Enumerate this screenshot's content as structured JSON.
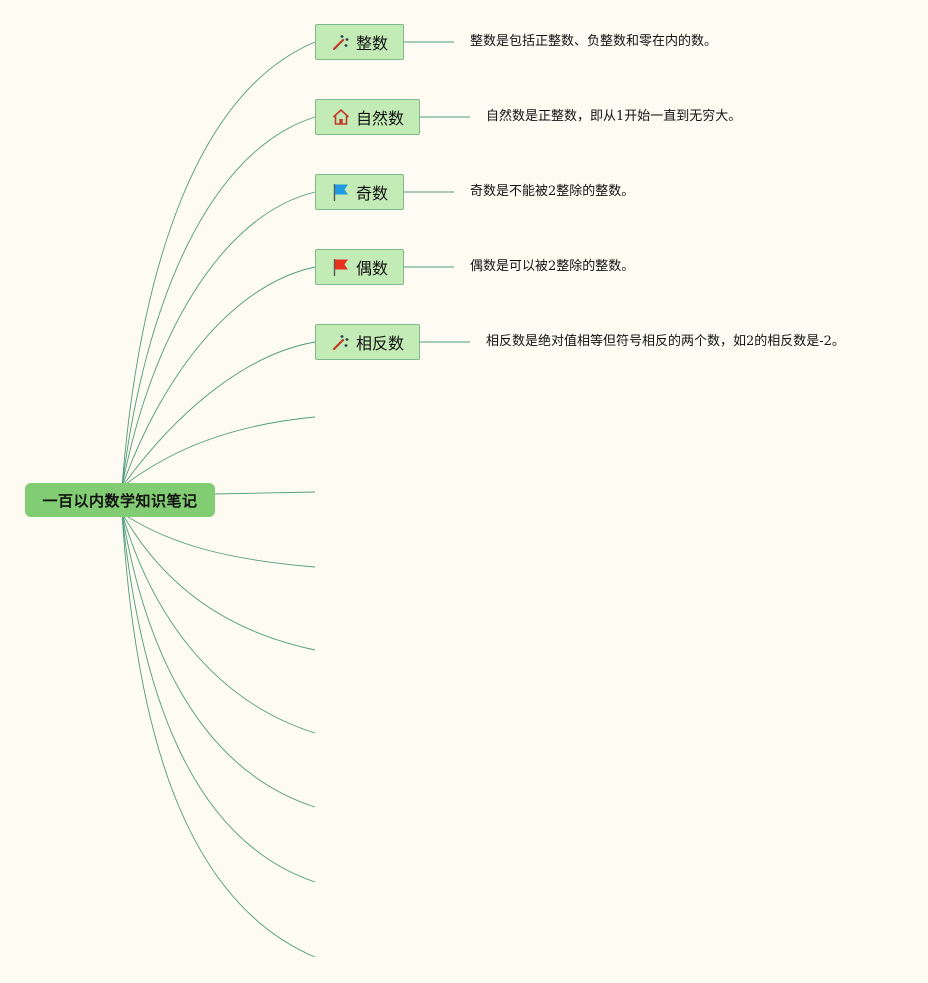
{
  "root": {
    "label": "一百以内数学知识笔记"
  },
  "topics": [
    {
      "label": "整数",
      "icon": "magic-wand-icon",
      "note": "整数是包括正整数、负整数和零在内的数。"
    },
    {
      "label": "自然数",
      "icon": "home-icon",
      "note": "自然数是正整数，即从1开始一直到无穷大。"
    },
    {
      "label": "奇数",
      "icon": "blue-flag-icon",
      "note": "奇数是不能被2整除的整数。"
    },
    {
      "label": "偶数",
      "icon": "red-flag-icon",
      "note": "偶数是可以被2整除的整数。"
    },
    {
      "label": "相反数",
      "icon": "magic-wand-icon",
      "note": "相反数是绝对值相等但符号相反的两个数，如2的相反数是-2。"
    }
  ],
  "colors": {
    "background": "#fefcf2",
    "root_fill": "#82cd73",
    "topic_fill": "#c3ebb6",
    "topic_border": "#7fb98a",
    "connector": "#4f9a7a"
  }
}
